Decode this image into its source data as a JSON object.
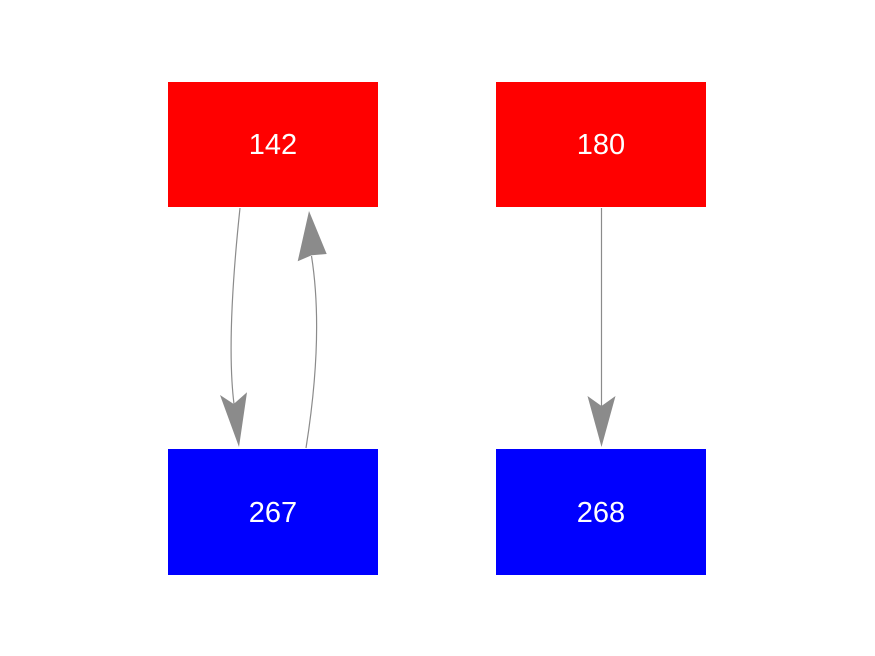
{
  "diagram": {
    "type": "directed-graph",
    "background_color": "#ffffff",
    "edge_color": "#8b8b8b",
    "nodes": [
      {
        "id": "142",
        "label": "142",
        "fill": "#ff0000",
        "text_color": "#ffffff",
        "position": "top-left"
      },
      {
        "id": "180",
        "label": "180",
        "fill": "#ff0000",
        "text_color": "#ffffff",
        "position": "top-right"
      },
      {
        "id": "267",
        "label": "267",
        "fill": "#0000ff",
        "text_color": "#ffffff",
        "position": "bottom-left"
      },
      {
        "id": "268",
        "label": "268",
        "fill": "#0000ff",
        "text_color": "#ffffff",
        "position": "bottom-right"
      }
    ],
    "edges": [
      {
        "from": "142",
        "to": "267",
        "shape": "curved"
      },
      {
        "from": "267",
        "to": "142",
        "shape": "curved"
      },
      {
        "from": "180",
        "to": "268",
        "shape": "straight"
      }
    ]
  }
}
